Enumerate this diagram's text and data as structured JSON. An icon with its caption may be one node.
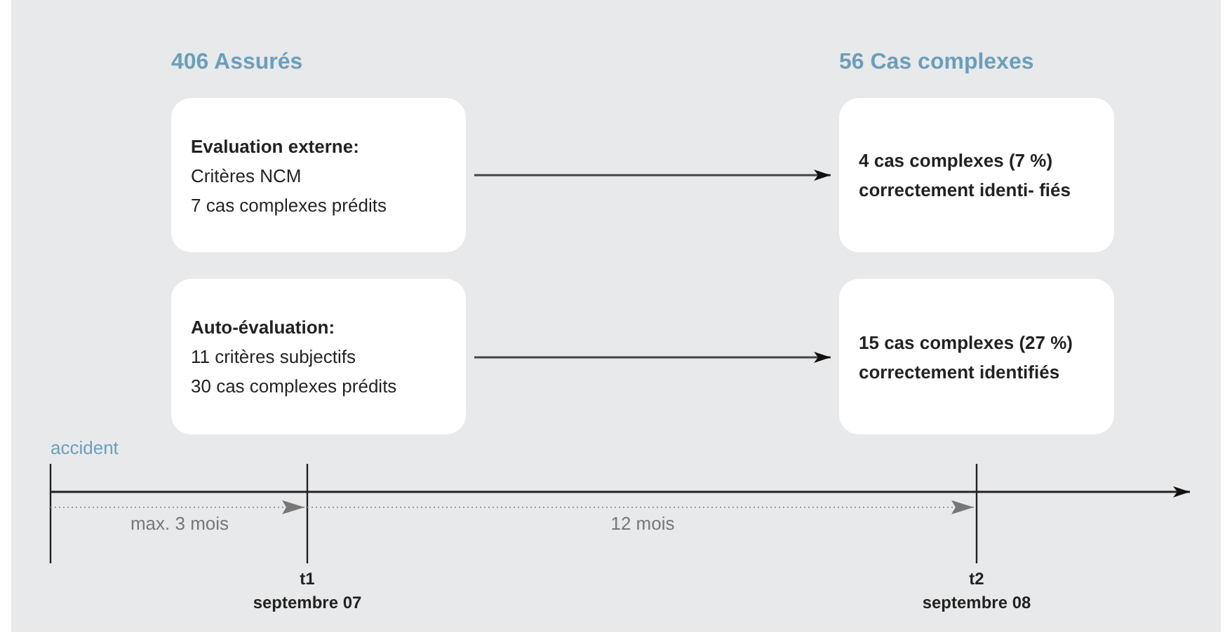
{
  "diagram": {
    "nodes": [
      {
        "text": [
          "Evaluation externe:",
          "Critères NCM",
          "7 cas complexes prédits"
        ]
      },
      {
        "text": [
          "4 cas complexes (7 %) correctement identi- fiés"
        ]
      },
      {
        "text": [
          "Auto-évaluation:",
          "11 critères subjectifs",
          "30 cas complexes prédits"
        ]
      },
      {
        "text": [
          "15 cas complexes (27 %) correctement identifiés"
        ]
      }
    ],
    "edges": [
      {
        "from": 0,
        "to": 1,
        "arrow": "to"
      },
      {
        "from": 2,
        "to": 3,
        "arrow": "to"
      }
    ],
    "labels": [
      "406 Assurés",
      "56 Cas complexes",
      "accident",
      "max. 3 mois",
      "12 mois",
      "t1",
      "t2",
      "septembre 07",
      "septembre 08"
    ]
  }
}
